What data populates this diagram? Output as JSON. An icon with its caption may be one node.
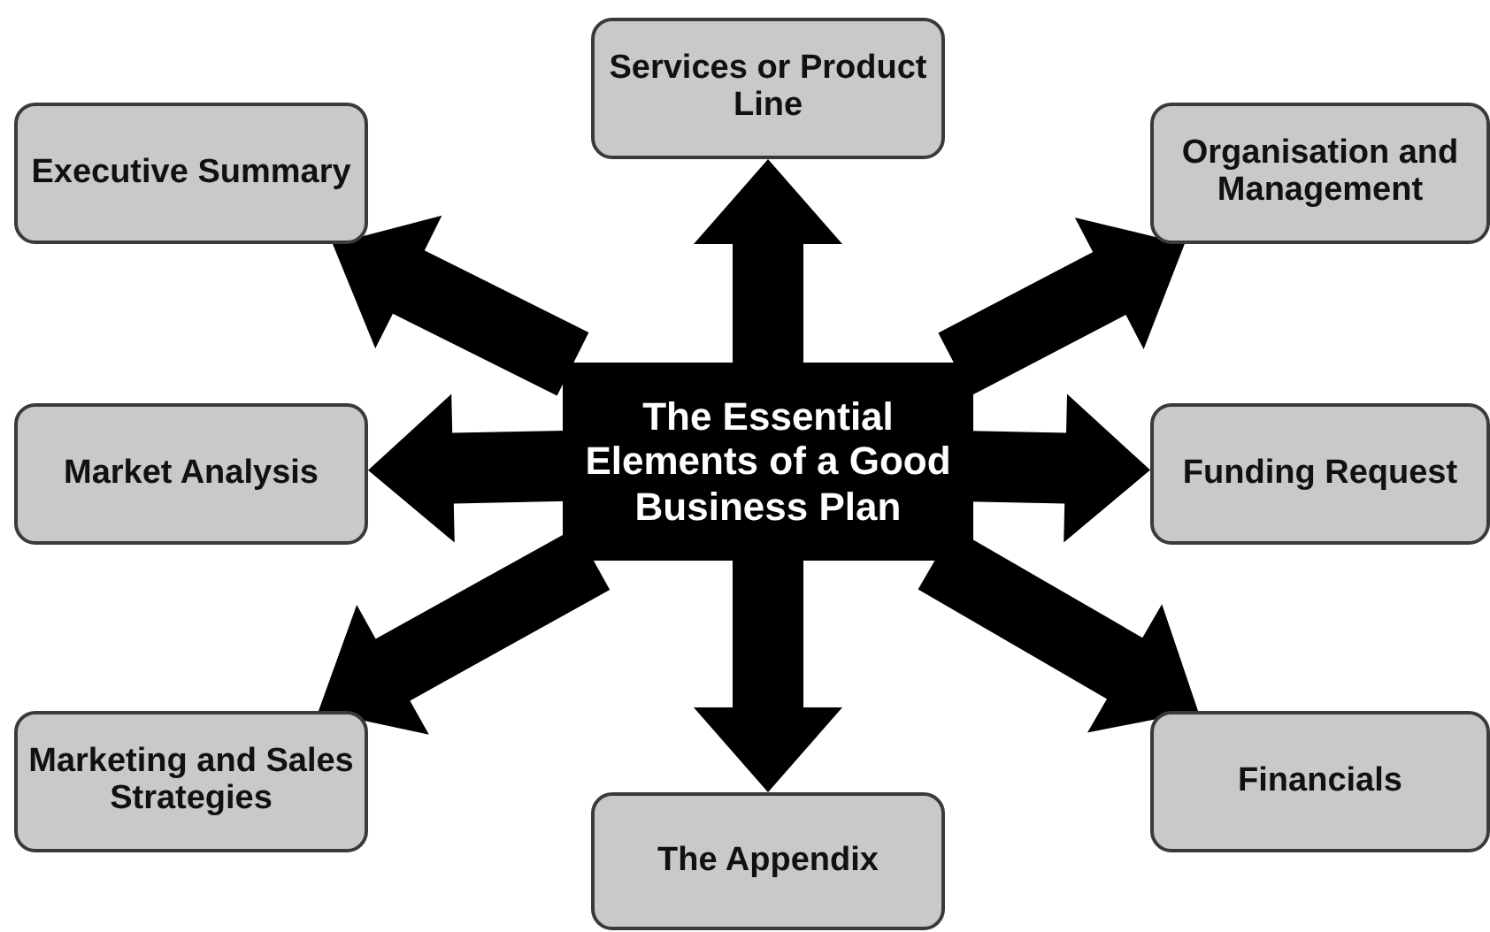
{
  "diagram": {
    "nodes": [
      {
        "text": [
          "Services or Product Line"
        ]
      },
      {
        "text": [
          "Executive Summary"
        ]
      },
      {
        "text": [
          "Organisation and Management"
        ]
      },
      {
        "text": [
          "The Essential Elements of a Good Business Plan"
        ]
      },
      {
        "text": [
          "Market Analysis"
        ]
      },
      {
        "text": [
          "Funding Request"
        ]
      },
      {
        "text": [
          "Marketing and Sales Strategies"
        ]
      },
      {
        "text": [
          "Financials"
        ]
      },
      {
        "text": [
          "The Appendix"
        ]
      }
    ],
    "edges": [
      {
        "from": 3,
        "to": 0,
        "arrow": "to"
      },
      {
        "from": 3,
        "to": 1,
        "arrow": "to"
      },
      {
        "from": 3,
        "to": 2,
        "arrow": "to"
      },
      {
        "from": 3,
        "to": 4,
        "arrow": "to"
      },
      {
        "from": 3,
        "to": 5,
        "arrow": "to"
      },
      {
        "from": 3,
        "to": 6,
        "arrow": "to"
      },
      {
        "from": 3,
        "to": 7,
        "arrow": "to"
      },
      {
        "from": 3,
        "to": 8,
        "arrow": "to"
      }
    ]
  }
}
